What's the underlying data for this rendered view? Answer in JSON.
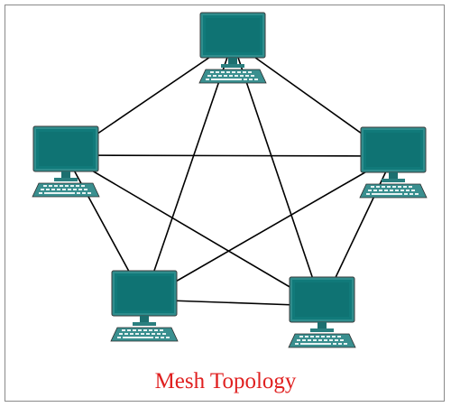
{
  "diagram": {
    "caption": "Mesh Topology",
    "caption_color": "#e02020",
    "node_color": "#0e7b7b",
    "line_color": "#000000",
    "node_icon": "desktop-computer-icon",
    "nodes": [
      {
        "id": "top"
      },
      {
        "id": "left"
      },
      {
        "id": "right"
      },
      {
        "id": "bottom-left"
      },
      {
        "id": "bottom-right"
      }
    ],
    "links": [
      [
        "top",
        "left"
      ],
      [
        "top",
        "right"
      ],
      [
        "top",
        "bottom-left"
      ],
      [
        "top",
        "bottom-right"
      ],
      [
        "left",
        "right"
      ],
      [
        "left",
        "bottom-left"
      ],
      [
        "left",
        "bottom-right"
      ],
      [
        "right",
        "bottom-left"
      ],
      [
        "right",
        "bottom-right"
      ],
      [
        "bottom-left",
        "bottom-right"
      ]
    ]
  }
}
